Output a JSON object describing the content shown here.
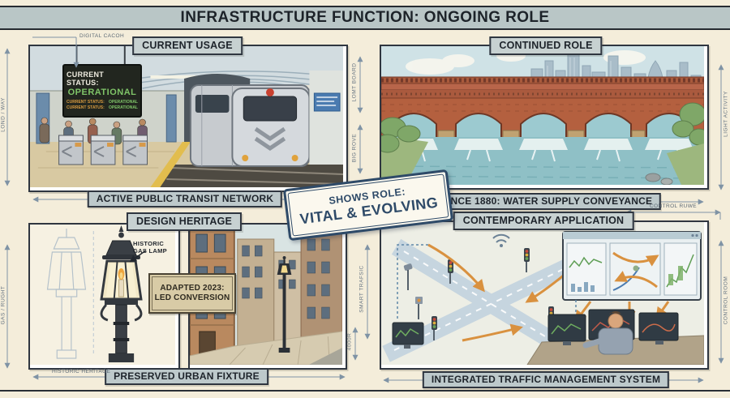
{
  "title": "INFRASTRUCTURE FUNCTION: ONGOING ROLE",
  "stamp": {
    "line1": "SHOWS ROLE:",
    "line2": "VITAL & EVOLVING"
  },
  "quadrants": {
    "current_usage": {
      "header": "CURRENT USAGE",
      "caption": "ACTIVE PUBLIC TRANSIT NETWORK",
      "callout": "DIGITAL CACOH",
      "sign": {
        "line1": "CURRENT STATUS:",
        "line2": "OPERATIONAL",
        "row1_label": "CURRENT STATUS:",
        "row1_value": "OPERATIONAL",
        "row2_label": "CURRENT STATUS:",
        "row2_value": "OPERATIONAL"
      }
    },
    "continued_role": {
      "header": "CONTINUED ROLE",
      "caption": "SINCE 1880: WATER SUPPLY CONVEYANCE"
    },
    "design_heritage": {
      "header": "DESIGN HERITAGE",
      "caption": "PRESERVED URBAN FIXTURE",
      "callout_line1": "HISTORIC",
      "callout_line2": "GAS LAMP",
      "plaque_line1": "ADAPTED 2023:",
      "plaque_line2": "LED CONVERSION",
      "footnote": "HISTORIC HERITAGE"
    },
    "contemporary_application": {
      "header": "CONTEMPORARY APPLICATION",
      "caption": "INTEGRATED TRAFFIC MANAGEMENT SYSTEM",
      "callout": "CONTROL RUWE"
    }
  },
  "side_labels": {
    "left_top": "LOND / WAY",
    "left_bottom": "GAS / RUGHT",
    "right_top": "LIGHT ACTIVITY",
    "right_bottom": "CONTROL ROOM",
    "mid_top_upper": "LOMT BOARD",
    "mid_top_lower": "BIG ROVE",
    "mid_bottom_upper": "SMART TRAFSIC",
    "mid_bottom_lower": "4000R"
  },
  "colors": {
    "paper": "#f4edda",
    "panel_border": "#2f3640",
    "tag_bg": "#c7d1d1",
    "stamp_navy": "#2e4a68",
    "status_green": "#7fc468",
    "status_amber": "#d79a3f",
    "brick": "#b4603f",
    "water": "#8fc0c6",
    "dimension_line": "#7f93a5"
  }
}
